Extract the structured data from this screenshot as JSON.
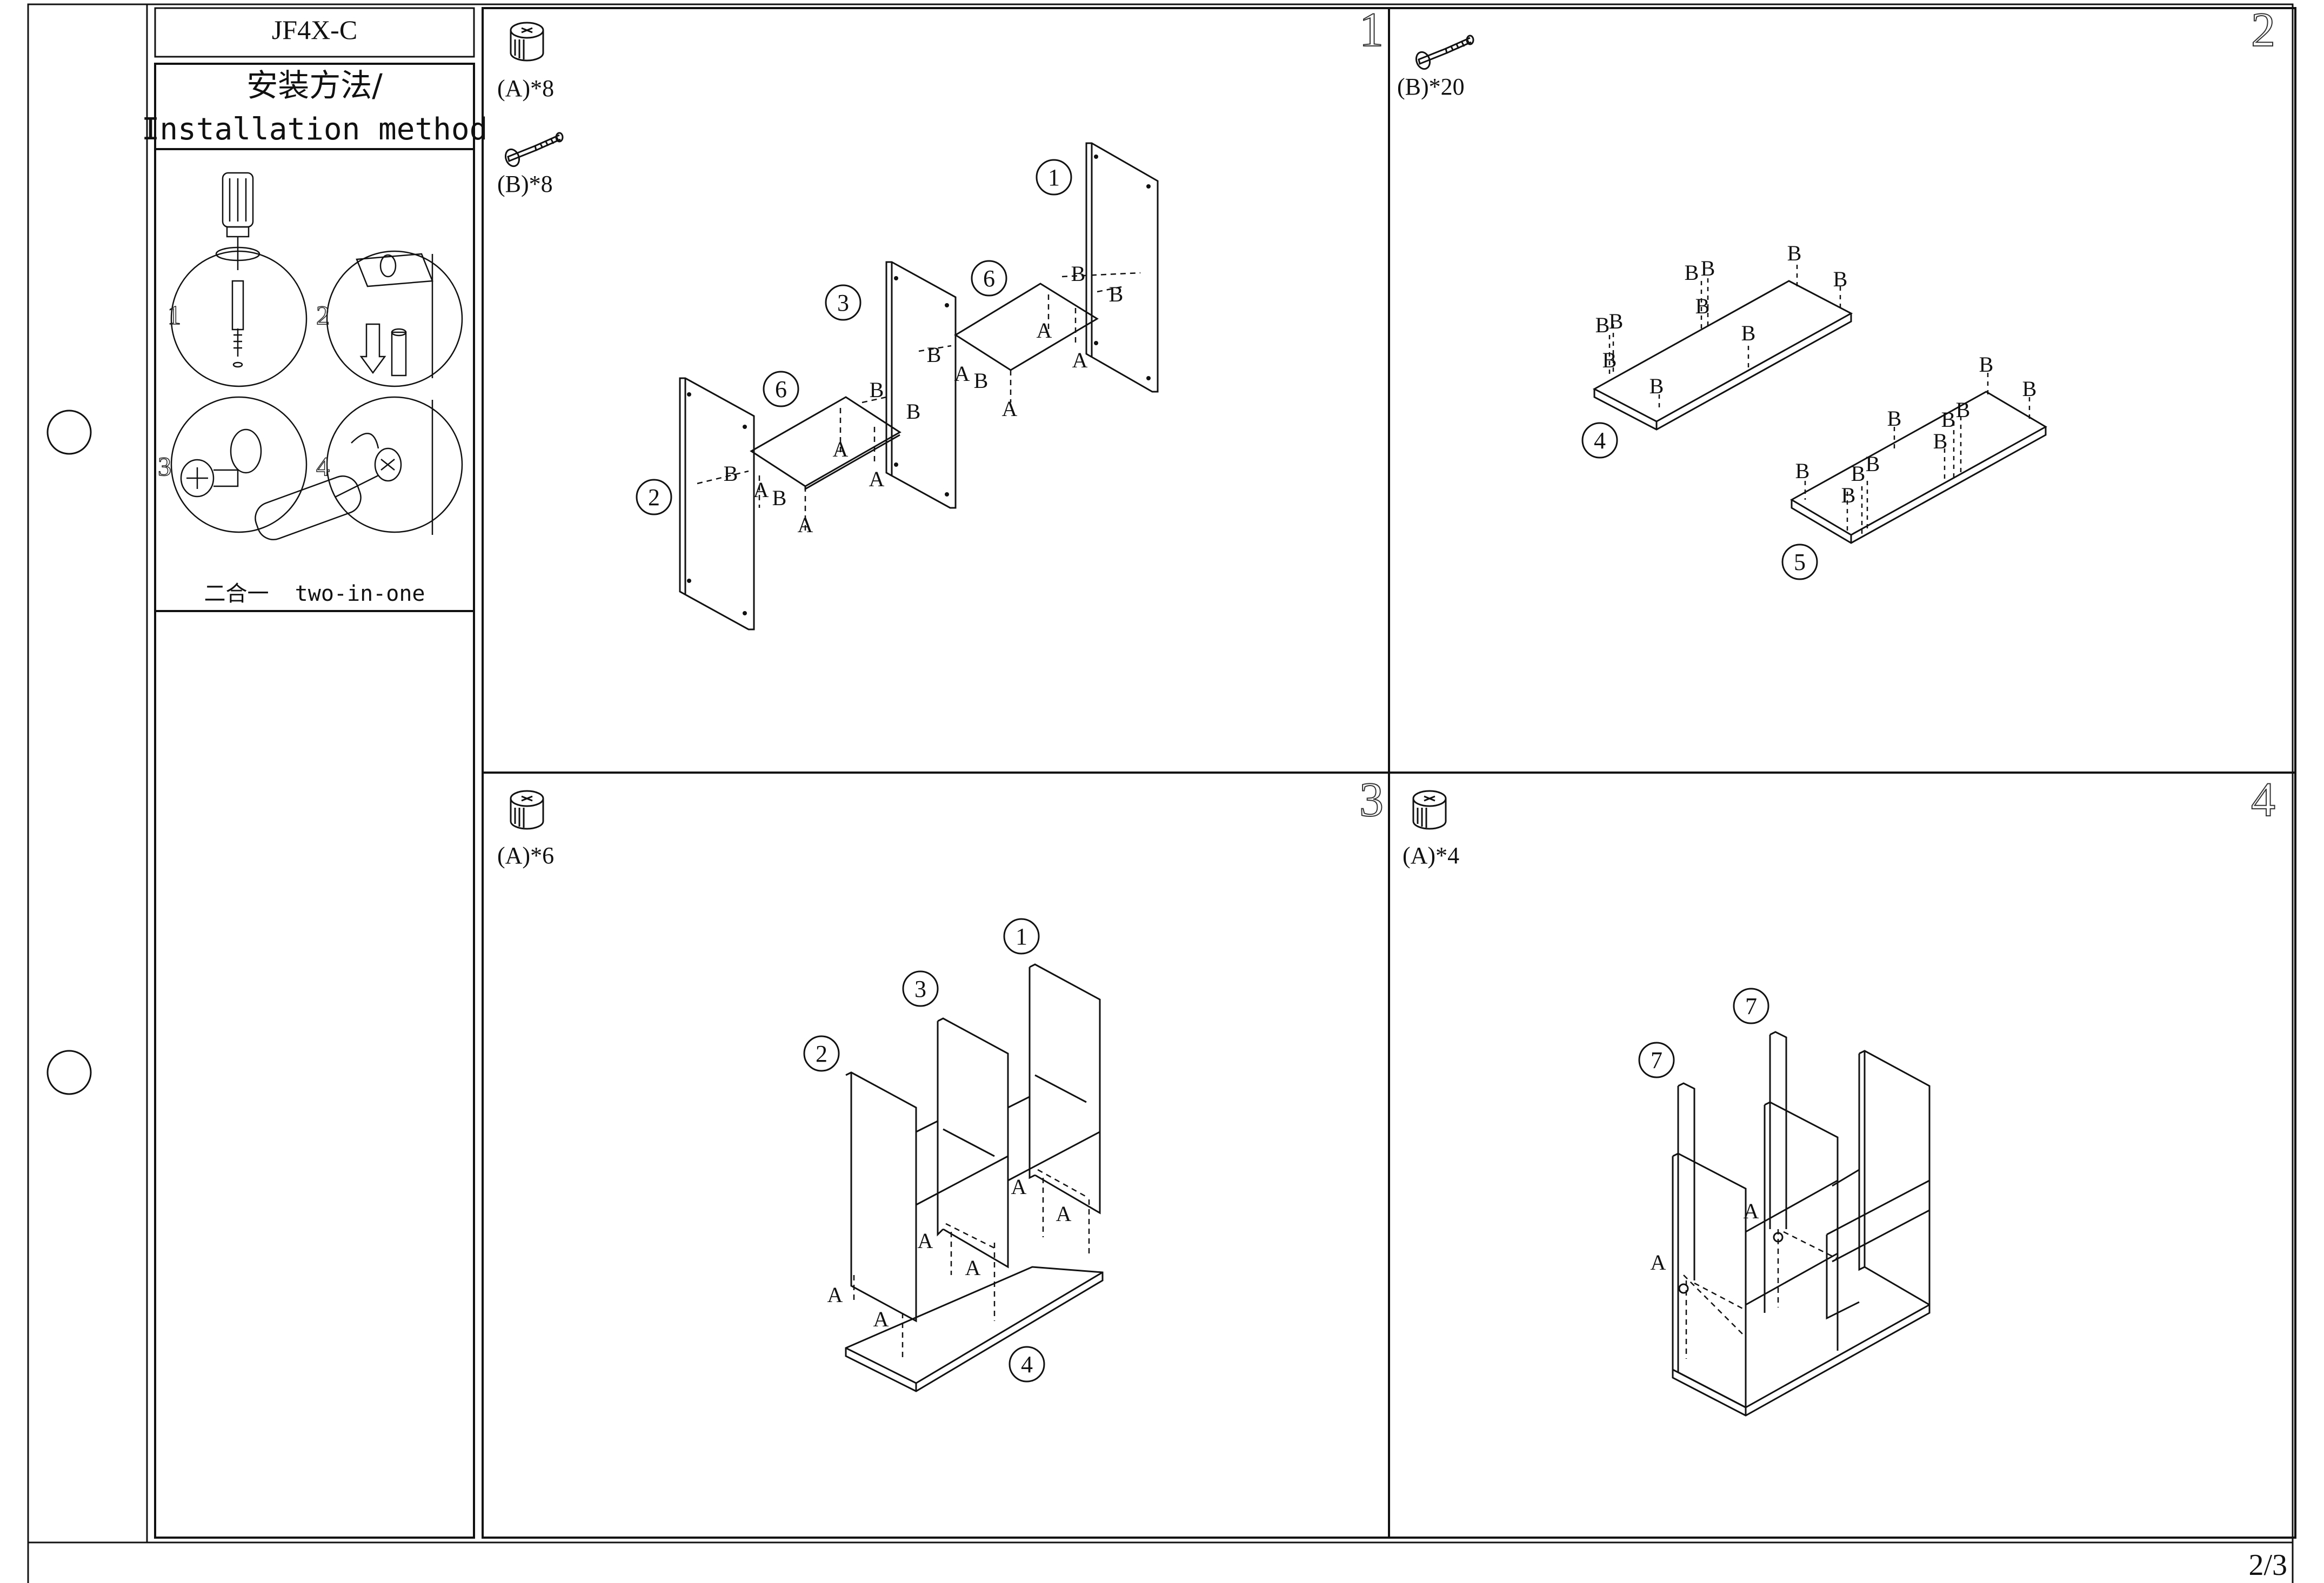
{
  "header": {
    "model": "JF4X-C",
    "method_cn": "安装方法/",
    "method_en": "Installation method"
  },
  "method_box": {
    "caption": "二合一  two-in-one",
    "substep_numbers": [
      "1",
      "2",
      "3",
      "4"
    ]
  },
  "steps": [
    {
      "number": "1",
      "hardware": [
        {
          "label": "(A)*8"
        },
        {
          "label": "(B)*8"
        }
      ]
    },
    {
      "number": "2",
      "hardware": [
        {
          "label": "(B)*20"
        }
      ]
    },
    {
      "number": "3",
      "hardware": [
        {
          "label": "(A)*6"
        }
      ]
    },
    {
      "number": "4",
      "hardware": [
        {
          "label": "(A)*4"
        }
      ]
    }
  ],
  "part_numbers": {
    "p1": "1",
    "p2": "2",
    "p3": "3",
    "p4": "4",
    "p5": "5",
    "p6": "6",
    "p7": "7"
  },
  "labels": {
    "A": "A",
    "B": "B"
  },
  "page_number": "2/3"
}
